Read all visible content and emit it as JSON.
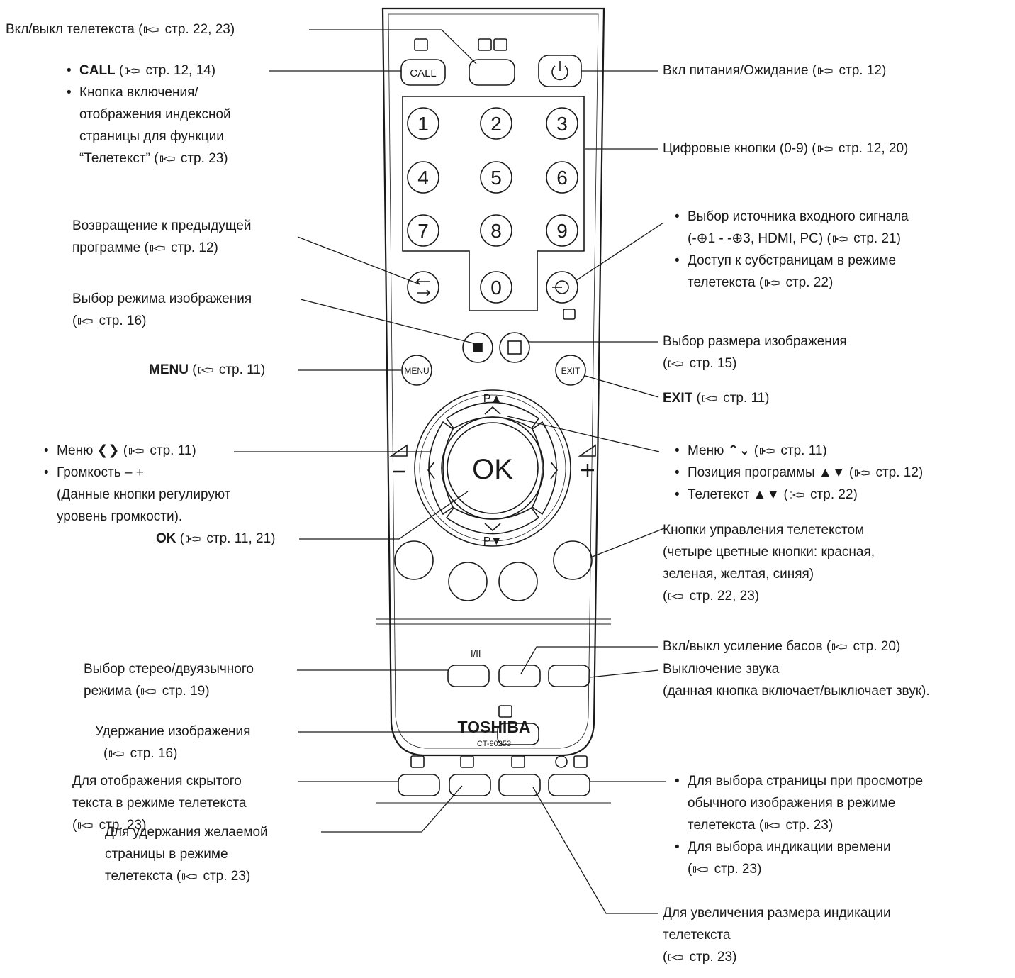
{
  "labels": {
    "teletext_toggle": "Вкл/выкл телетекста (",
    "teletext_toggle_pages": " стр. 22, 23)",
    "call": "CALL",
    "call_pages": " стр. 12, 14)",
    "index_line1": "Кнопка включения/",
    "index_line2": "отображения индексной",
    "index_line3": "страницы для функции",
    "index_line4": "“Телетекст” (",
    "index_pages": " стр. 23)",
    "prev_line1": "Возвращение к предыдущей",
    "prev_line2": "программе (",
    "prev_pages": " стр. 12)",
    "picmode_line1": "Выбор режима изображения",
    "picmode_pages": " стр. 16)",
    "menu": "MENU",
    "menu_pages": " стр. 11)",
    "menu_lr": "Меню",
    "menu_lr_pages": " стр. 11)",
    "volume_line1": "Громкость – +",
    "volume_line2": "(Данные кнопки регулируют",
    "volume_line3": "уровень громкости).",
    "ok": "OK",
    "ok_pages": " стр. 11, 21)",
    "stereo_line1": "Выбор стерео/двуязычного",
    "stereo_line2": "режима (",
    "stereo_pages": " стр. 19)",
    "freeze_line1": "Удержание изображения",
    "freeze_pages": " стр. 16)",
    "reveal_line1": "Для отображения скрытого",
    "reveal_line2": "текста в режиме телетекста",
    "reveal_pages": " стр. 23)",
    "hold_line1": "Для удержания желаемой",
    "hold_line2": "страницы в режиме",
    "hold_line3": "телетекста (",
    "hold_pages": " стр. 23)",
    "power": "Вкл питания/Ожидание (",
    "power_pages": " стр. 12)",
    "digits": "Цифровые кнопки (0-9) (",
    "digits_pages": " стр. 12, 20)",
    "input_line1": "Выбор источника входного сигнала",
    "input_line2a": "(-",
    "input_line2b": "1 - -",
    "input_line2c": "3, HDMI, PC) (",
    "input_pages": " стр. 21)",
    "sub_line1": "Доступ к субстраницам в режиме",
    "sub_line2": "телетекста (",
    "sub_pages": " стр. 22)",
    "size_line1": "Выбор размера изображения",
    "size_pages": " стр. 15)",
    "exit": "EXIT",
    "exit_pages": " стр. 11)",
    "menu_ud": "Меню",
    "menu_ud_pages": " стр. 11)",
    "prog_pos": "Позиция программы ▲▼ ",
    "prog_pos_pages": " стр. 12)",
    "teletext_ud": "Телетекст ▲▼ (",
    "teletext_ud_pages": " стр. 22)",
    "color_line1": "Кнопки управления телетекстом",
    "color_line2": "(четыре цветные кнопки: красная,",
    "color_line3": "зеленая, желтая, синяя)",
    "color_pages": " стр. 22, 23)",
    "bass": "Вкл/выкл усиление басов (",
    "bass_pages": " стр. 20)",
    "mute_line1": "Выключение звука",
    "mute_line2": "(данная кнопка включает/выключает звук).",
    "pagesel_line1": "Для выбора страницы при просмотре",
    "pagesel_line2": "обычного изображения в режиме",
    "pagesel_line3": "телетекста (",
    "pagesel_pages": " стр. 23)",
    "time_line1": "Для выбора индикации времени",
    "time_pages": " стр. 23)",
    "zoom_line1": "Для увеличения размера индикации",
    "zoom_line2": "телетекста",
    "zoom_pages": " стр. 23)"
  },
  "remote": {
    "brand": "TOSHIBA",
    "model": "CT-90253",
    "call_button": "CALL",
    "menu_button": "MENU",
    "exit_button": "EXIT",
    "ok_button": "OK",
    "p_up": "P▲",
    "p_down": "P▼",
    "digits": [
      "1",
      "2",
      "3",
      "4",
      "5",
      "6",
      "7",
      "8",
      "9",
      "0"
    ],
    "stereo_caption": "I/II"
  }
}
